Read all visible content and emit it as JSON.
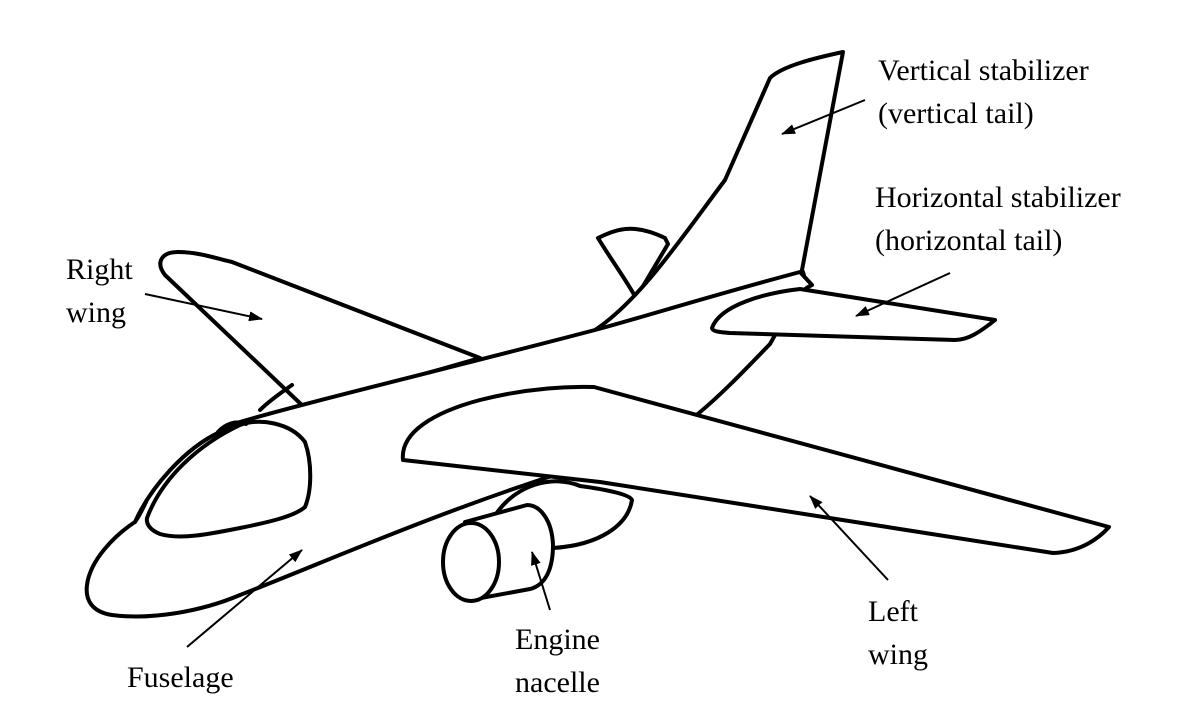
{
  "labels": {
    "vertical_stabilizer": [
      "Vertical stabilizer",
      "(vertical tail)"
    ],
    "horizontal_stabilizer": [
      "Horizontal stabilizer",
      "(horizontal tail)"
    ],
    "right_wing": [
      "Right",
      "wing"
    ],
    "left_wing": [
      "Left",
      "wing"
    ],
    "engine_nacelle": [
      "Engine",
      "nacelle"
    ],
    "fuselage": [
      "Fuselage"
    ]
  }
}
